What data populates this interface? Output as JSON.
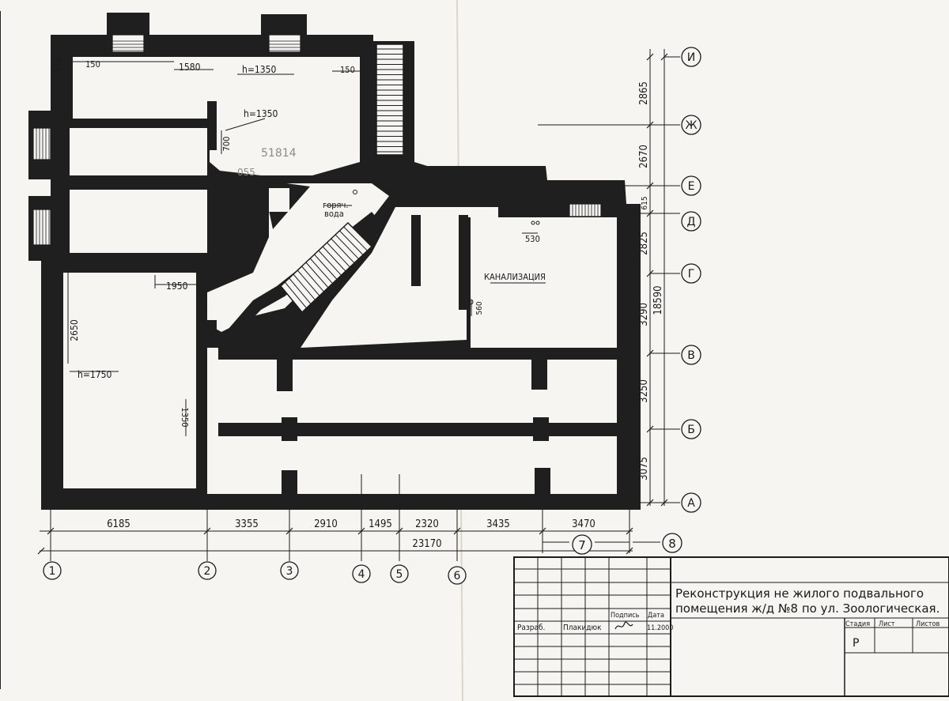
{
  "dimensions": {
    "bottom_row": [
      "6185",
      "3355",
      "2910",
      "1495",
      "2320",
      "3435",
      "3470"
    ],
    "bottom_total": "23170",
    "right_column": [
      "2865",
      "2670",
      "615",
      "2825",
      "3290",
      "3250",
      "3075"
    ],
    "right_total": "18590"
  },
  "axes": {
    "columns": [
      "1",
      "2",
      "3",
      "4",
      "5",
      "6",
      "7",
      "8"
    ],
    "rows": [
      "И",
      "Ж",
      "Е",
      "Д",
      "Г",
      "В",
      "Б",
      "А"
    ]
  },
  "annotations": {
    "dim_150_a": "150",
    "dim_150_b": "150",
    "dim_150_c": "150",
    "dim_1580": "1580",
    "h_1350_a": "h=1350",
    "h_1350_b": "h=1350",
    "dim_700": "700",
    "pencil_51814": "51814",
    "pencil_055": "055",
    "hot_water_1": "горяч.",
    "hot_water_2": "вода",
    "dim_530": "530",
    "sewer": "КАНАЛИЗАЦИЯ",
    "dim_560": "560",
    "dim_1950": "1950",
    "dim_2650": "2650",
    "h_1750": "h=1750",
    "dim_1350": "1350"
  },
  "title_block": {
    "title_line1": "Реконструкция не жилого подвального",
    "title_line2": "помещения ж/д №8 по ул. Зоологическая.",
    "col_signature": "Подпись",
    "col_date": "Дата",
    "role": "Разраб.",
    "name": "Плакидюк",
    "date": "11.2000",
    "col_stage": "Стадия",
    "col_sheet": "Лист",
    "col_sheets": "Листов",
    "stage": "Р"
  }
}
